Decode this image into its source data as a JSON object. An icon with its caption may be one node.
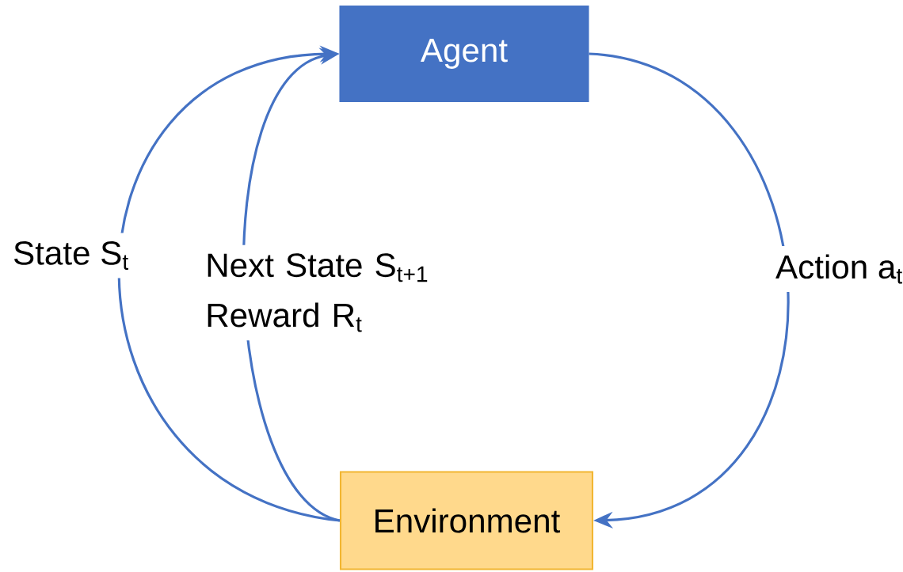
{
  "diagram": {
    "nodes": [
      {
        "text": [
          "Agent"
        ]
      },
      {
        "text": [
          "Environment"
        ]
      }
    ],
    "edges": [
      {
        "from": 1,
        "to": 0,
        "arrow": "to",
        "label": "State S$_{t}$"
      },
      {
        "from": 1,
        "to": 0,
        "arrow": "to",
        "label": "Next State S$_{t+1}$ Reward R$_{t}$"
      },
      {
        "from": 0,
        "to": 1,
        "arrow": "to",
        "label": "Action a$_{t}$"
      }
    ]
  }
}
